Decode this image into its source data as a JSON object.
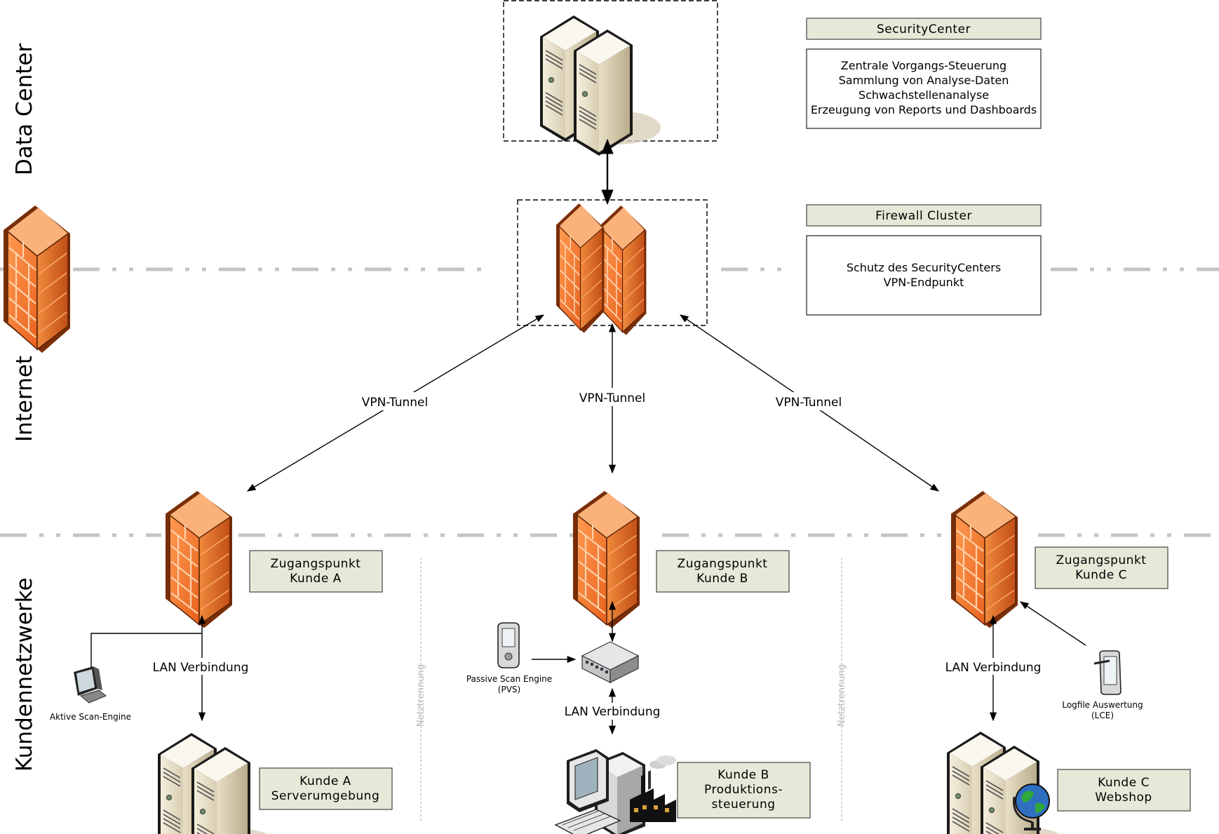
{
  "zones": {
    "data_center": "Data Center",
    "internet": "Internet",
    "kundennetzwerke": "Kundennetzwerke"
  },
  "security_center": {
    "title": "SecurityCenter",
    "lines": [
      "Zentrale Vorgangs-Steuerung",
      "Sammlung von Analyse-Daten",
      "Schwachstellenanalyse",
      "Erzeugung von Reports und Dashboards"
    ]
  },
  "firewall_cluster": {
    "title": "Firewall Cluster",
    "lines": [
      "Schutz des SecurityCenters",
      "VPN-Endpunkt"
    ]
  },
  "tunnels": [
    "VPN-Tunnel",
    "VPN-Tunnel",
    "VPN-Tunnel"
  ],
  "customers": {
    "a": {
      "access": [
        "Zugangspunkt",
        "Kunde A"
      ],
      "lan": "LAN Verbindung",
      "scanner": "Aktive Scan-Engine",
      "target": [
        "Kunde A",
        "Serverumgebung"
      ]
    },
    "b": {
      "access": [
        "Zugangspunkt",
        "Kunde B"
      ],
      "lan": "LAN Verbindung",
      "scanner": [
        "Passive Scan Engine",
        "(PVS)"
      ],
      "target": [
        "Kunde B",
        "Produktions-",
        "steuerung"
      ]
    },
    "c": {
      "access": [
        "Zugangspunkt",
        "Kunde C"
      ],
      "lan": "LAN Verbindung",
      "scanner": [
        "Logfile Auswertung",
        "(LCE)"
      ],
      "target": [
        "Kunde C",
        "Webshop"
      ]
    }
  },
  "separator_label": "Netztrennung",
  "colors": {
    "firewall_front": "#f07a32",
    "firewall_side": "#c9521a",
    "server_body": "#ece5d2",
    "box_fill": "#e5ead8",
    "zone_line": "#c4c4c4"
  }
}
